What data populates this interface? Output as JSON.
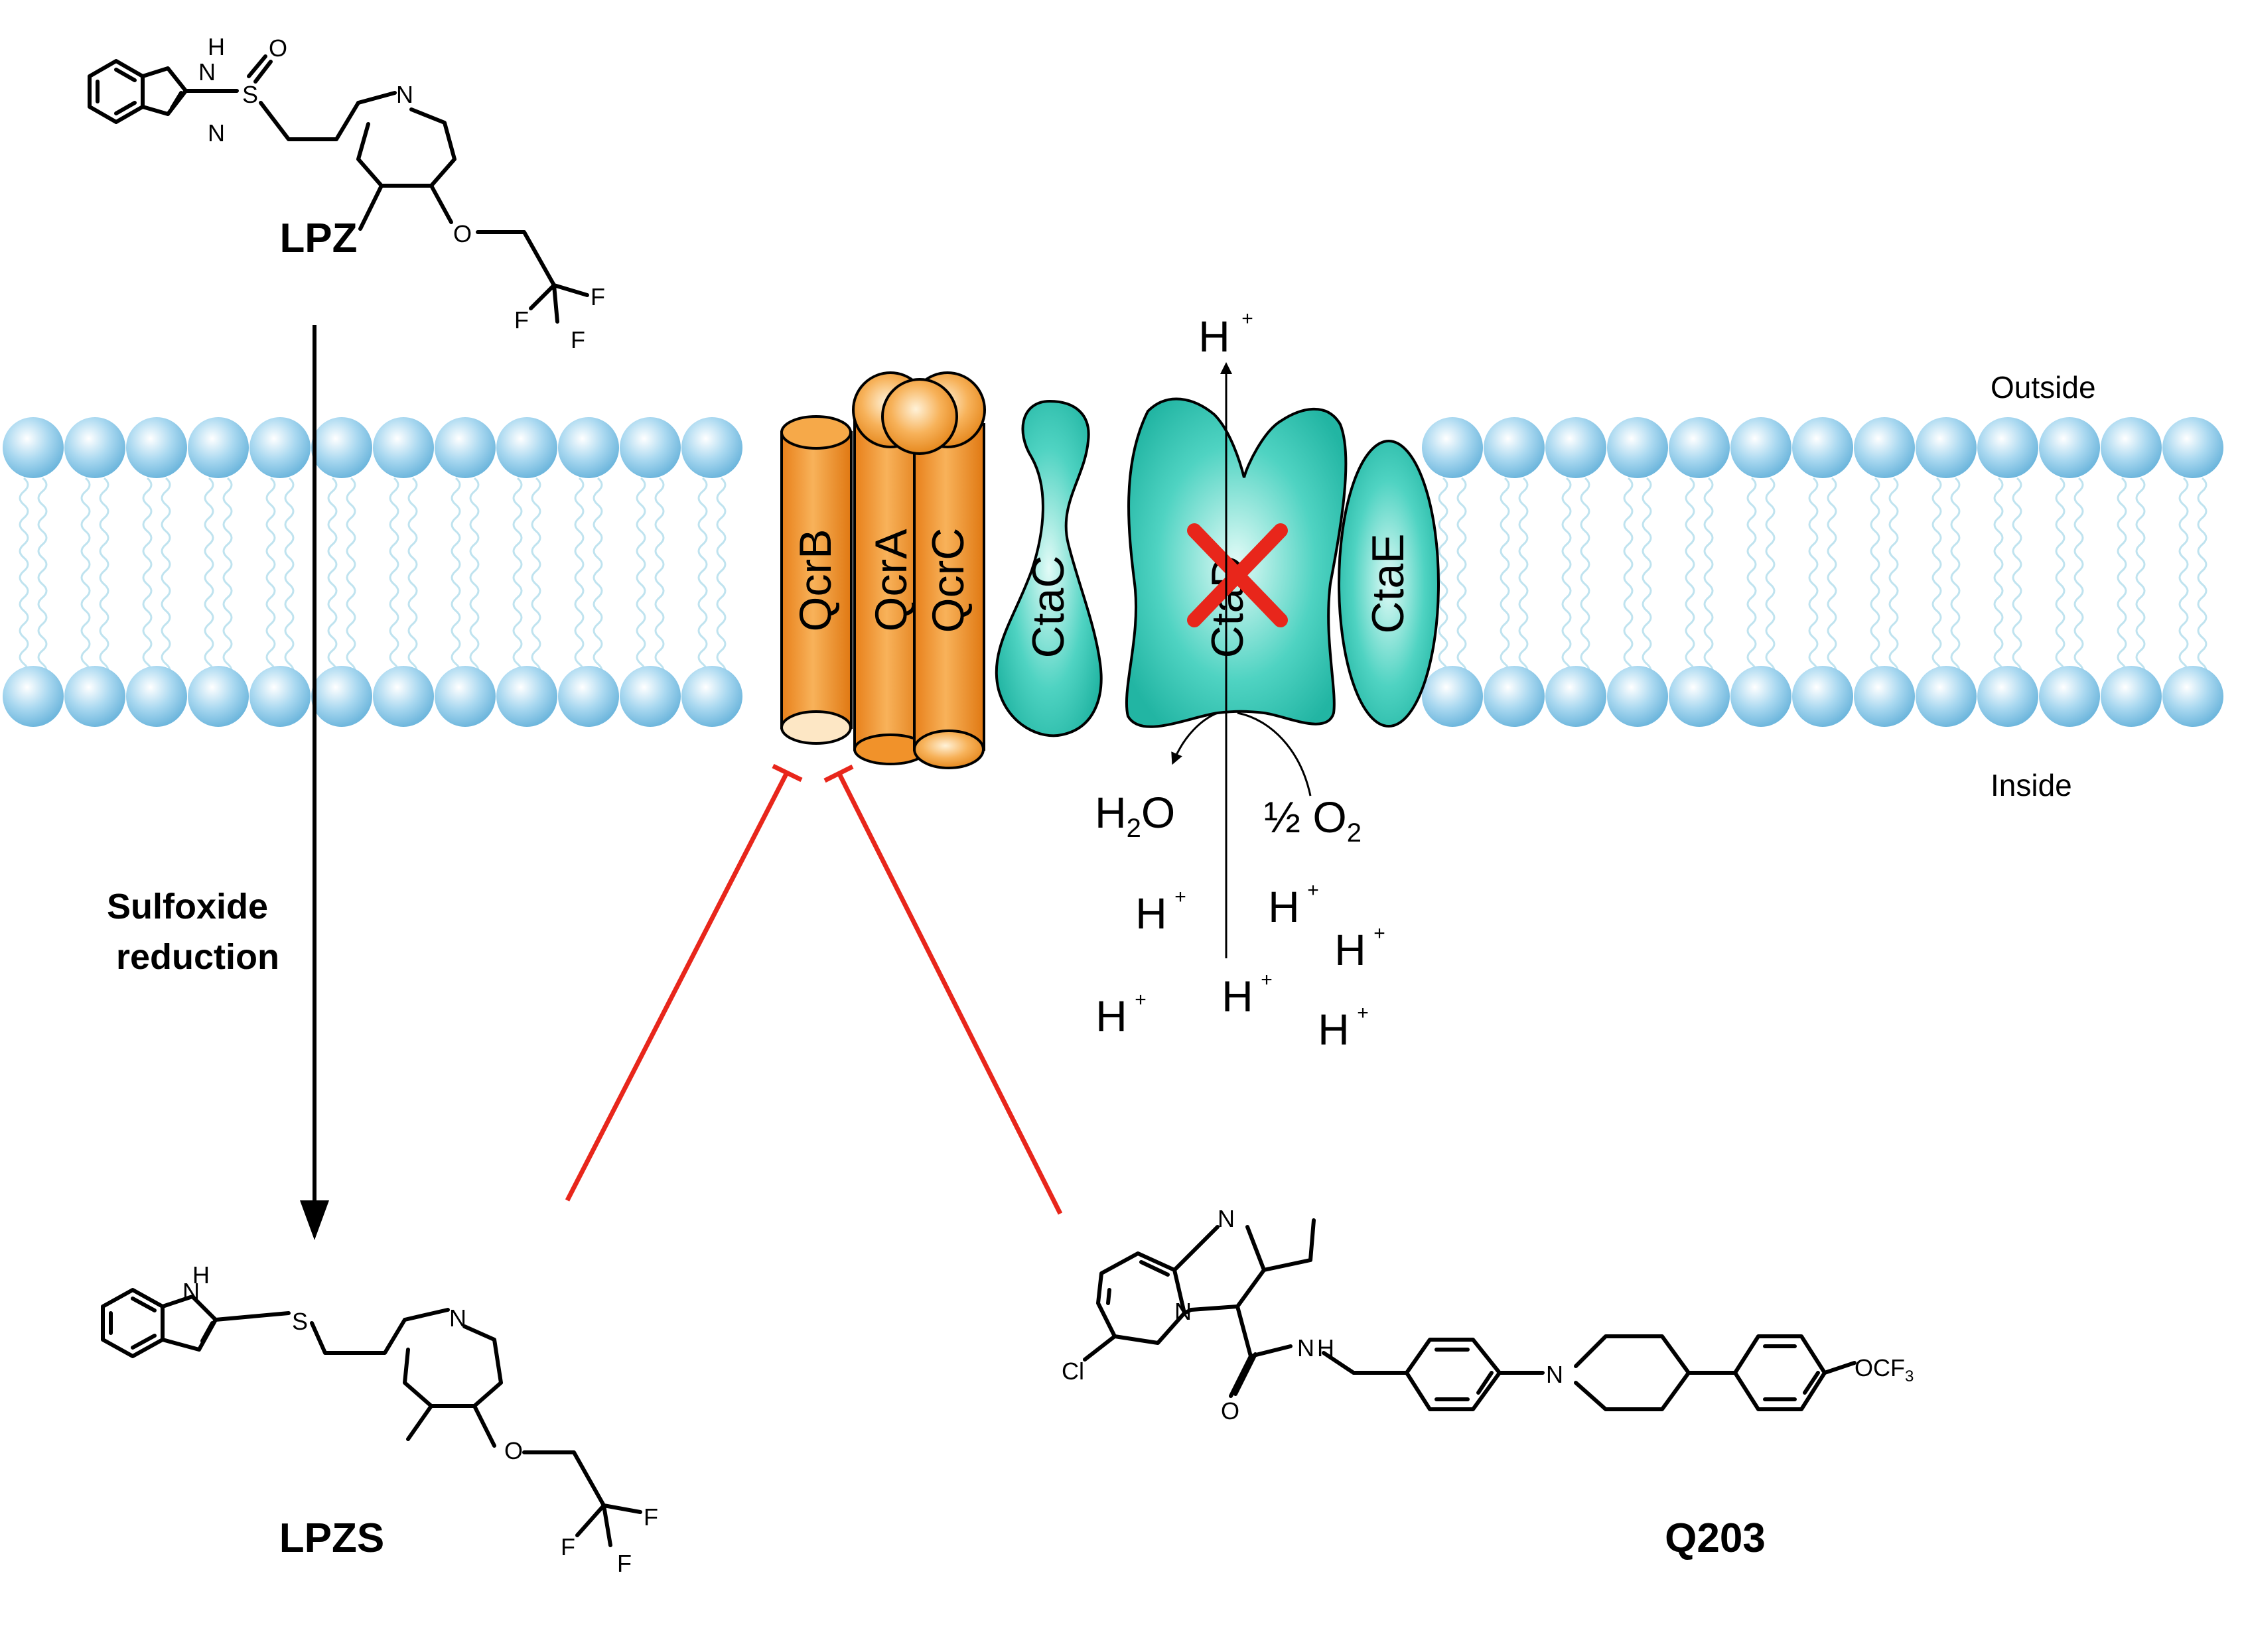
{
  "compounds": {
    "lpz": "LPZ",
    "lpzs": "LPZS",
    "q203": "Q203"
  },
  "step_label": [
    "Sulfoxide",
    "reduction"
  ],
  "sides": {
    "outside": "Outside",
    "inside": "Inside"
  },
  "proteins": {
    "qcrb": "QcrB",
    "qcra": "QcrA",
    "qcrc": "QcrC",
    "ctac": "CtaC",
    "ctad": "CtaD",
    "ctae": "CtaE"
  },
  "reaction": {
    "proton": "H",
    "charge": "+",
    "water_h": "H",
    "water_sub": "2",
    "water_o": "O",
    "half": "½ O",
    "o2_sub": "2"
  },
  "atoms": {
    "nh": "H\nN",
    "n": "N",
    "s": "S",
    "o": "O",
    "f": "F",
    "cl": "Cl",
    "ocf3": "OCF",
    "ocf3_sub": "3"
  },
  "colors": {
    "lipid_head": "#a9d8f0",
    "lipid_tail": "#bfe3ef",
    "qcr": "#f39a2b",
    "cta": "#2fc4b2",
    "inhibit": "#e8261b",
    "cross": "#e8261b"
  }
}
